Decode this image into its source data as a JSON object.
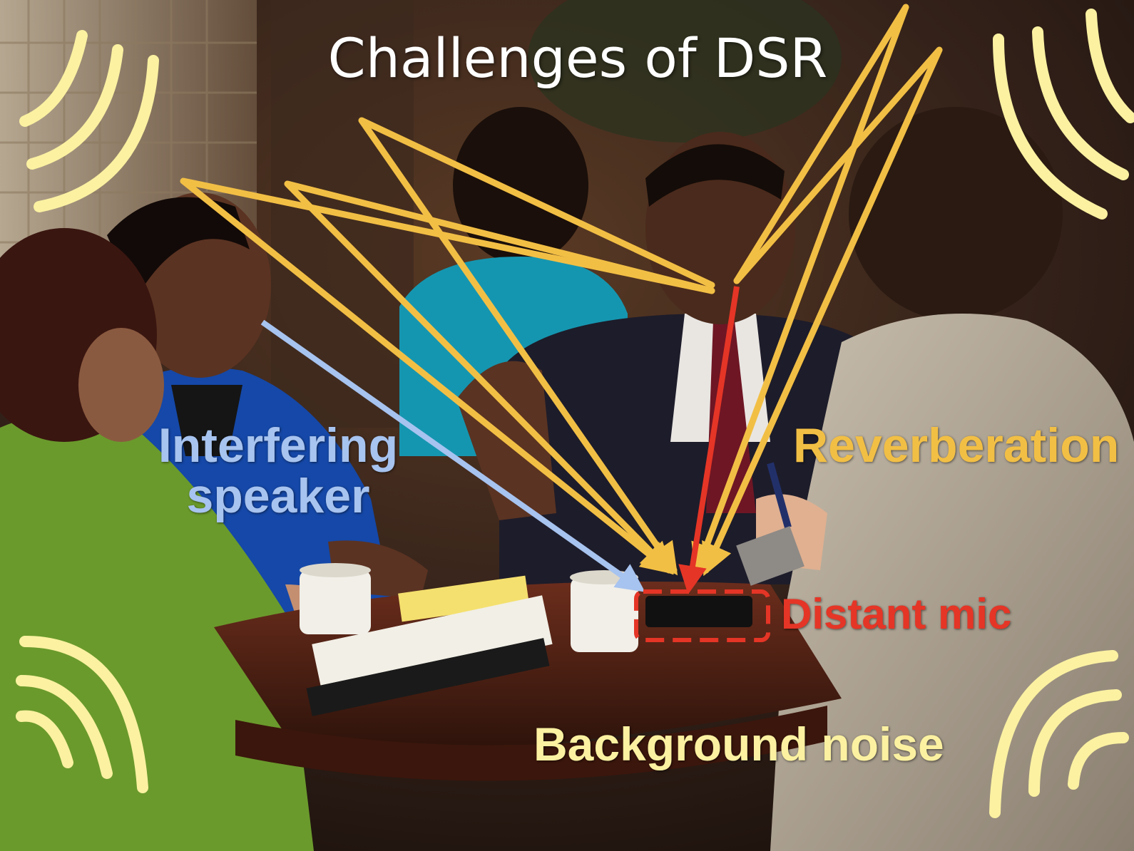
{
  "slide": {
    "title": "Challenges of DSR",
    "labels": {
      "interfering_speaker": "Interfering speaker",
      "reverberation": "Reverberation",
      "distant_mic": "Distant mic",
      "background_noise": "Background noise"
    }
  },
  "colors": {
    "title": "#ffffff",
    "interfering_speaker": "#a7c3ef",
    "reverberation": "#f2bf45",
    "distant_mic": "#e53526",
    "background_noise": "#fbf1a1"
  }
}
